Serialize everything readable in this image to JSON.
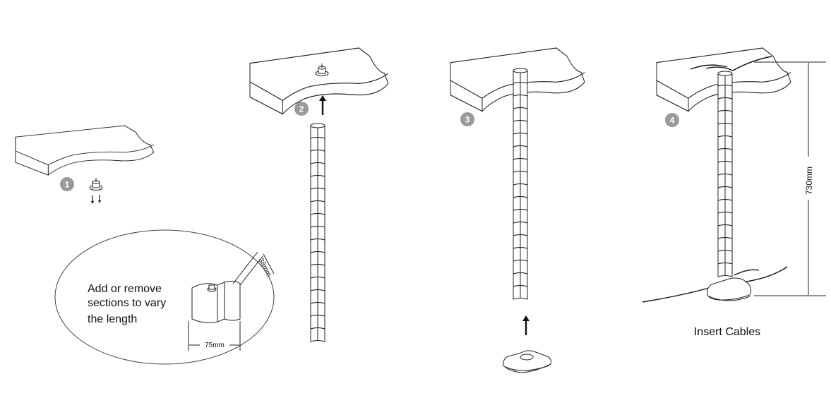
{
  "steps": [
    {
      "number": "1"
    },
    {
      "number": "2"
    },
    {
      "number": "3"
    },
    {
      "number": "4"
    }
  ],
  "callout": {
    "line1": "Add or remove",
    "line2": "sections to vary",
    "line3": "the length",
    "width_label": "75mm",
    "height_label": "38mm"
  },
  "insert_label": "Insert Cables",
  "height_dimension": "730mm",
  "colors": {
    "badge": "#9a9a9a",
    "stroke": "#222222"
  }
}
